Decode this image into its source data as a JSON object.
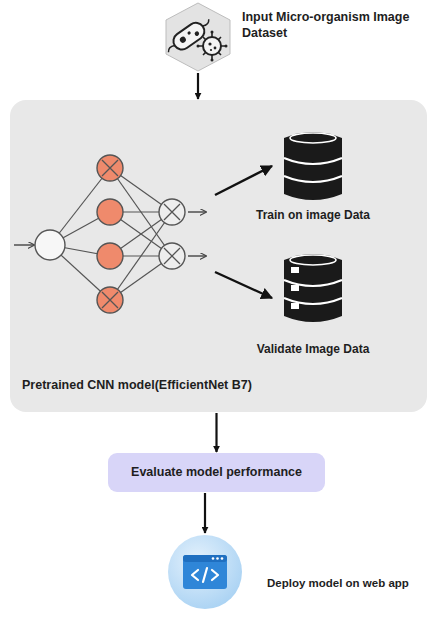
{
  "diagram": {
    "nodes": [
      {
        "text": [
          "Input Micro-organism Image Dataset"
        ]
      },
      {
        "text": [
          "Pretrained CNN model(EfficientNet B7)"
        ]
      },
      {
        "text": [
          "Train on image Data"
        ],
        "in": 1
      },
      {
        "text": [
          "Validate Image Data"
        ],
        "in": 1
      },
      {
        "text": [
          "Evaluate model performance"
        ]
      },
      {
        "text": [
          "Deploy model on web app"
        ]
      }
    ],
    "edges": [
      {
        "from": 0,
        "to": 1,
        "arrow": "to"
      },
      {
        "from": 1,
        "to": 4,
        "arrow": "to"
      },
      {
        "from": 4,
        "to": 5,
        "arrow": "to"
      }
    ]
  }
}
